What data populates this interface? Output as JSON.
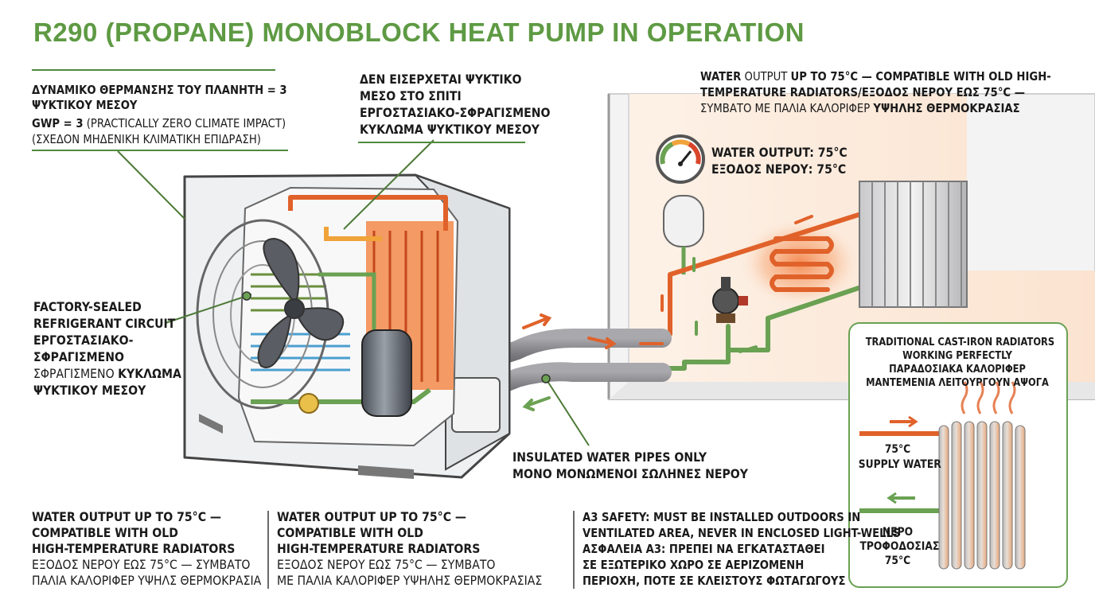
{
  "title": "R290 (PROPANE) MONOBLOCK HEAT PUMP IN OPERATION",
  "gwp_note": {
    "line1": "ΔΥΝΑΜΙΚΟ ΘΕΡΜΑΝΣΗΣ ΤΟΥ ΠΛΑΝΗΤΗ = 3",
    "line2": "ΨΥΚΤΙΚΟΥ ΜΕΣΟΥ",
    "line3_bold": "GWP = 3",
    "line3_rest": " (PRACTICALLY ZERO CLIMATE IMPACT)",
    "line4": "(ΣΧΕΔΟΝ ΜΗΔΕΝΙΚΗ ΚΛΙΜΑΤΙΚΗ ΕΠΙΔΡΑΣΗ)"
  },
  "no_refrigerant_note": {
    "line1": "ΔΕΝ ΕΙΣΕΡΧΕΤΑΙ ΨΥΚΤΙΚΟ",
    "line2": "ΜΕΣΟ ΣΤΟ ΣΠΙΤΙ",
    "line3": "ΕΡΓΟΣΤΑΣΙΑΚΟ-ΣΦΡΑΓΙΣΜΕΝΟ",
    "line4": "ΚΥΚΛΩΜΑ ΨΥΚΤΙΚΟΥ ΜΕΣΟΥ"
  },
  "water_output_header": {
    "l1_a": "WATER",
    "l1_b": " OUTPUT ",
    "l1_c": "UP TO 75°C — COMPATIBLE WITH OLD HIGH-",
    "l2_a": "TEMPERATURE RADIATORS/ΕΞΟΔΟΣ ΝΕΡΟΥ ΕΩΣ 75°C —",
    "l3_a": "ΣΥΜΒΑΤΟ ΜΕ ΠΑΛΙΑ ΚΑΛΟΡΙΦΕΡ ",
    "l3_b": "ΥΨΗΛΗΣ ΘΕΡΜΟΚΡΑΣΙΑΣ"
  },
  "gauge_label": {
    "line1": "WATER OUTPUT: 75°C",
    "line2": "ΕΞΟΔΟΣ ΝΕΡΟΥ: 75°C"
  },
  "factory_sealed": {
    "line1": "FACTORY-SEALED",
    "line2": "REFRIGERANT CIRCUIT",
    "line3": "ΕΡΓΟΣΤΑΣΙΑΚΟ-",
    "line4": "ΣΦΡΑΓΙΣΜΕΝΟ",
    "line5_a": "ΣΦΡΑΓΙΣΜΕΝΟ ",
    "line5_b": "ΚΥΚΛΩΜΑ",
    "line6": "ΨΥΚΤΙΚΟΥ ΜΕΣΟΥ"
  },
  "pipes_note": {
    "line1": "INSULATED WATER PIPES ONLY",
    "line2": "ΜΟΝΟ ΜΟΝΩΜΕΝΟΙ ΣΩΛΗΝΕΣ ΝΕΡΟΥ"
  },
  "radiator_callout": {
    "title1": "TRADITIONAL CAST-IRON RADIATORS",
    "title2": "WORKING PERFECTLY",
    "title3": "ΠΑΡΑΔΟΣΙΑΚΑ ΚΑΛΟΡΙΦΕΡ",
    "title4": "ΜΑΝΤΕΜΕΝΙΑ ΛΕΙΤΟΥΡΓΟΥΝ ΑΨΟΓΑ",
    "supply1": "75°C",
    "supply2": "SUPPLY WATER",
    "return1": "ΝΕΡΟ",
    "return2": "ΤΡΟΦΟΔΟΣΙΑΣ",
    "return3": "75°C"
  },
  "bottom_col1": {
    "l1": "WATER OUTPUT UP TO 75°C —",
    "l2": "COMPATIBLE WITH OLD",
    "l3": "HIGH-TEMPERATURE RADIATORS",
    "l4": "ΕΞΟΔΟΣ ΝΕΡΟΥ ΕΩΣ 75°C — ΣΥΜΒΑΤΟ",
    "l5": "ΠΑΛΙΑ ΚΑΛΟΡΙΦΕΡ ΥΨΗΛΣ ΘΕΡΜΟΚΡΑΣΙΑ"
  },
  "bottom_col2": {
    "l1": "WATER OUTPUT UP TO 75°C —",
    "l2": "COMPATIBLE WITH OLD",
    "l3": "HIGH-TEMPERATURE RADIATORS",
    "l4": "ΕΞΟΔΟΣ ΝΕΡΟΥ ΕΩΣ 75°C — ΣΥΜΒΑΤΟ",
    "l5": "ΜΕ ΠΑΛΙΑ ΚΑΛΟΡΙΦΕΡ ΥΨΗΛΗΣ ΘΕΡΜΟΚΡΑΣΙΑΣ"
  },
  "bottom_col3": {
    "l1": "A3 SAFETY: MUST BE INSTALLED OUTDOORS IN",
    "l2": "VENTILATED AREA, NEVER IN ENCLOSED LIGHT-WELLS",
    "l3": "ΑΣΦΑΛΕΙΑ Α3: ΠΡΕΠΕΙ ΝΑ ΕΓΚΑΤΑΣΤΑΘΕΙ",
    "l4": "ΣΕ ΕΞΩΤΕΡΙΚΟ ΧΩΡΟ ΣΕ ΑΕΡΙΖΟΜΕΝΗ",
    "l5": "ΠΕΡΙΟΧΗ, ΠΟΤΕ ΣΕ ΚΛΕΙΣΤΟΥΣ ΦΩΤΑΓΩΓΟΥΣ"
  },
  "colors": {
    "title_green": "#5e9a43",
    "hot_pipe": "#e0622a",
    "cold_pipe": "#6aa152",
    "insulated_pipe": "#8d8d92"
  }
}
